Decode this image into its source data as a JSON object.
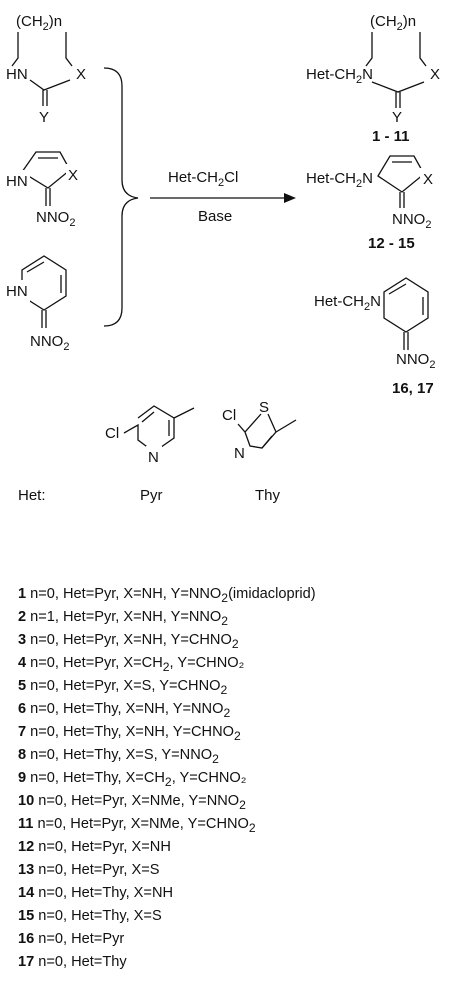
{
  "scheme": {
    "reactant_ring_label": "(CH",
    "reactant_ring_sub": "2",
    "reactant_ring_n": ")n",
    "hn": "HN",
    "x": "X",
    "y": "Y",
    "nno": "NNO",
    "nno_sub": "2",
    "reagent": "Het-CH",
    "reagent_sub": "2",
    "reagent_cl": "Cl",
    "base": "Base",
    "product_prefix": "Het-CH",
    "product_prefix_sub": "2",
    "product_n": "N",
    "compound_range_1": "1 - 11",
    "compound_range_2": "12 - 15",
    "compound_range_3": "16, 17",
    "pyr_cl": "Cl",
    "pyr_n": "N",
    "thy_cl": "Cl",
    "thy_s": "S",
    "thy_n": "N",
    "het_label": "Het:",
    "pyr_label": "Pyr",
    "thy_label": "Thy"
  },
  "legend": [
    {
      "num": "1",
      "desc": "n=0, Het=Pyr, X=NH, Y=NNO",
      "sub": "2",
      "tail": "(imidacloprid)"
    },
    {
      "num": "2",
      "desc": "n=1, Het=Pyr, X=NH, Y=NNO",
      "sub": "2",
      "tail": ""
    },
    {
      "num": "3",
      "desc": "n=0, Het=Pyr, X=NH, Y=CHNO",
      "sub": "2",
      "tail": ""
    },
    {
      "num": "4",
      "desc": "n=0, Het=Pyr, X=CH",
      "sub": "2",
      "tail": ", Y=CHNO₂"
    },
    {
      "num": "5",
      "desc": "n=0, Het=Pyr, X=S, Y=CHNO",
      "sub": "2",
      "tail": ""
    },
    {
      "num": "6",
      "desc": "n=0, Het=Thy, X=NH, Y=NNO",
      "sub": "2",
      "tail": ""
    },
    {
      "num": "7",
      "desc": "n=0, Het=Thy, X=NH, Y=CHNO",
      "sub": "2",
      "tail": ""
    },
    {
      "num": "8",
      "desc": "n=0, Het=Thy, X=S, Y=NNO",
      "sub": "2",
      "tail": ""
    },
    {
      "num": "9",
      "desc": "n=0, Het=Thy, X=CH",
      "sub": "2",
      "tail": ", Y=CHNO₂"
    },
    {
      "num": "10",
      "desc": "n=0, Het=Pyr,  X=NMe, Y=NNO",
      "sub": "2",
      "tail": ""
    },
    {
      "num": "11",
      "desc": "n=0, Het=Pyr,  X=NMe, Y=CHNO",
      "sub": "2",
      "tail": ""
    },
    {
      "num": "12",
      "desc": "n=0, Het=Pyr,  X=NH",
      "sub": "",
      "tail": ""
    },
    {
      "num": "13",
      "desc": "n=0, Het=Pyr,  X=S",
      "sub": "",
      "tail": ""
    },
    {
      "num": "14",
      "desc": "n=0, Het=Thy, X=NH",
      "sub": "",
      "tail": ""
    },
    {
      "num": "15",
      "desc": "n=0, Het=Thy, X=S",
      "sub": "",
      "tail": ""
    },
    {
      "num": "16",
      "desc": "n=0, Het=Pyr",
      "sub": "",
      "tail": ""
    },
    {
      "num": "17",
      "desc": "n=0, Het=Thy",
      "sub": "",
      "tail": ""
    }
  ]
}
